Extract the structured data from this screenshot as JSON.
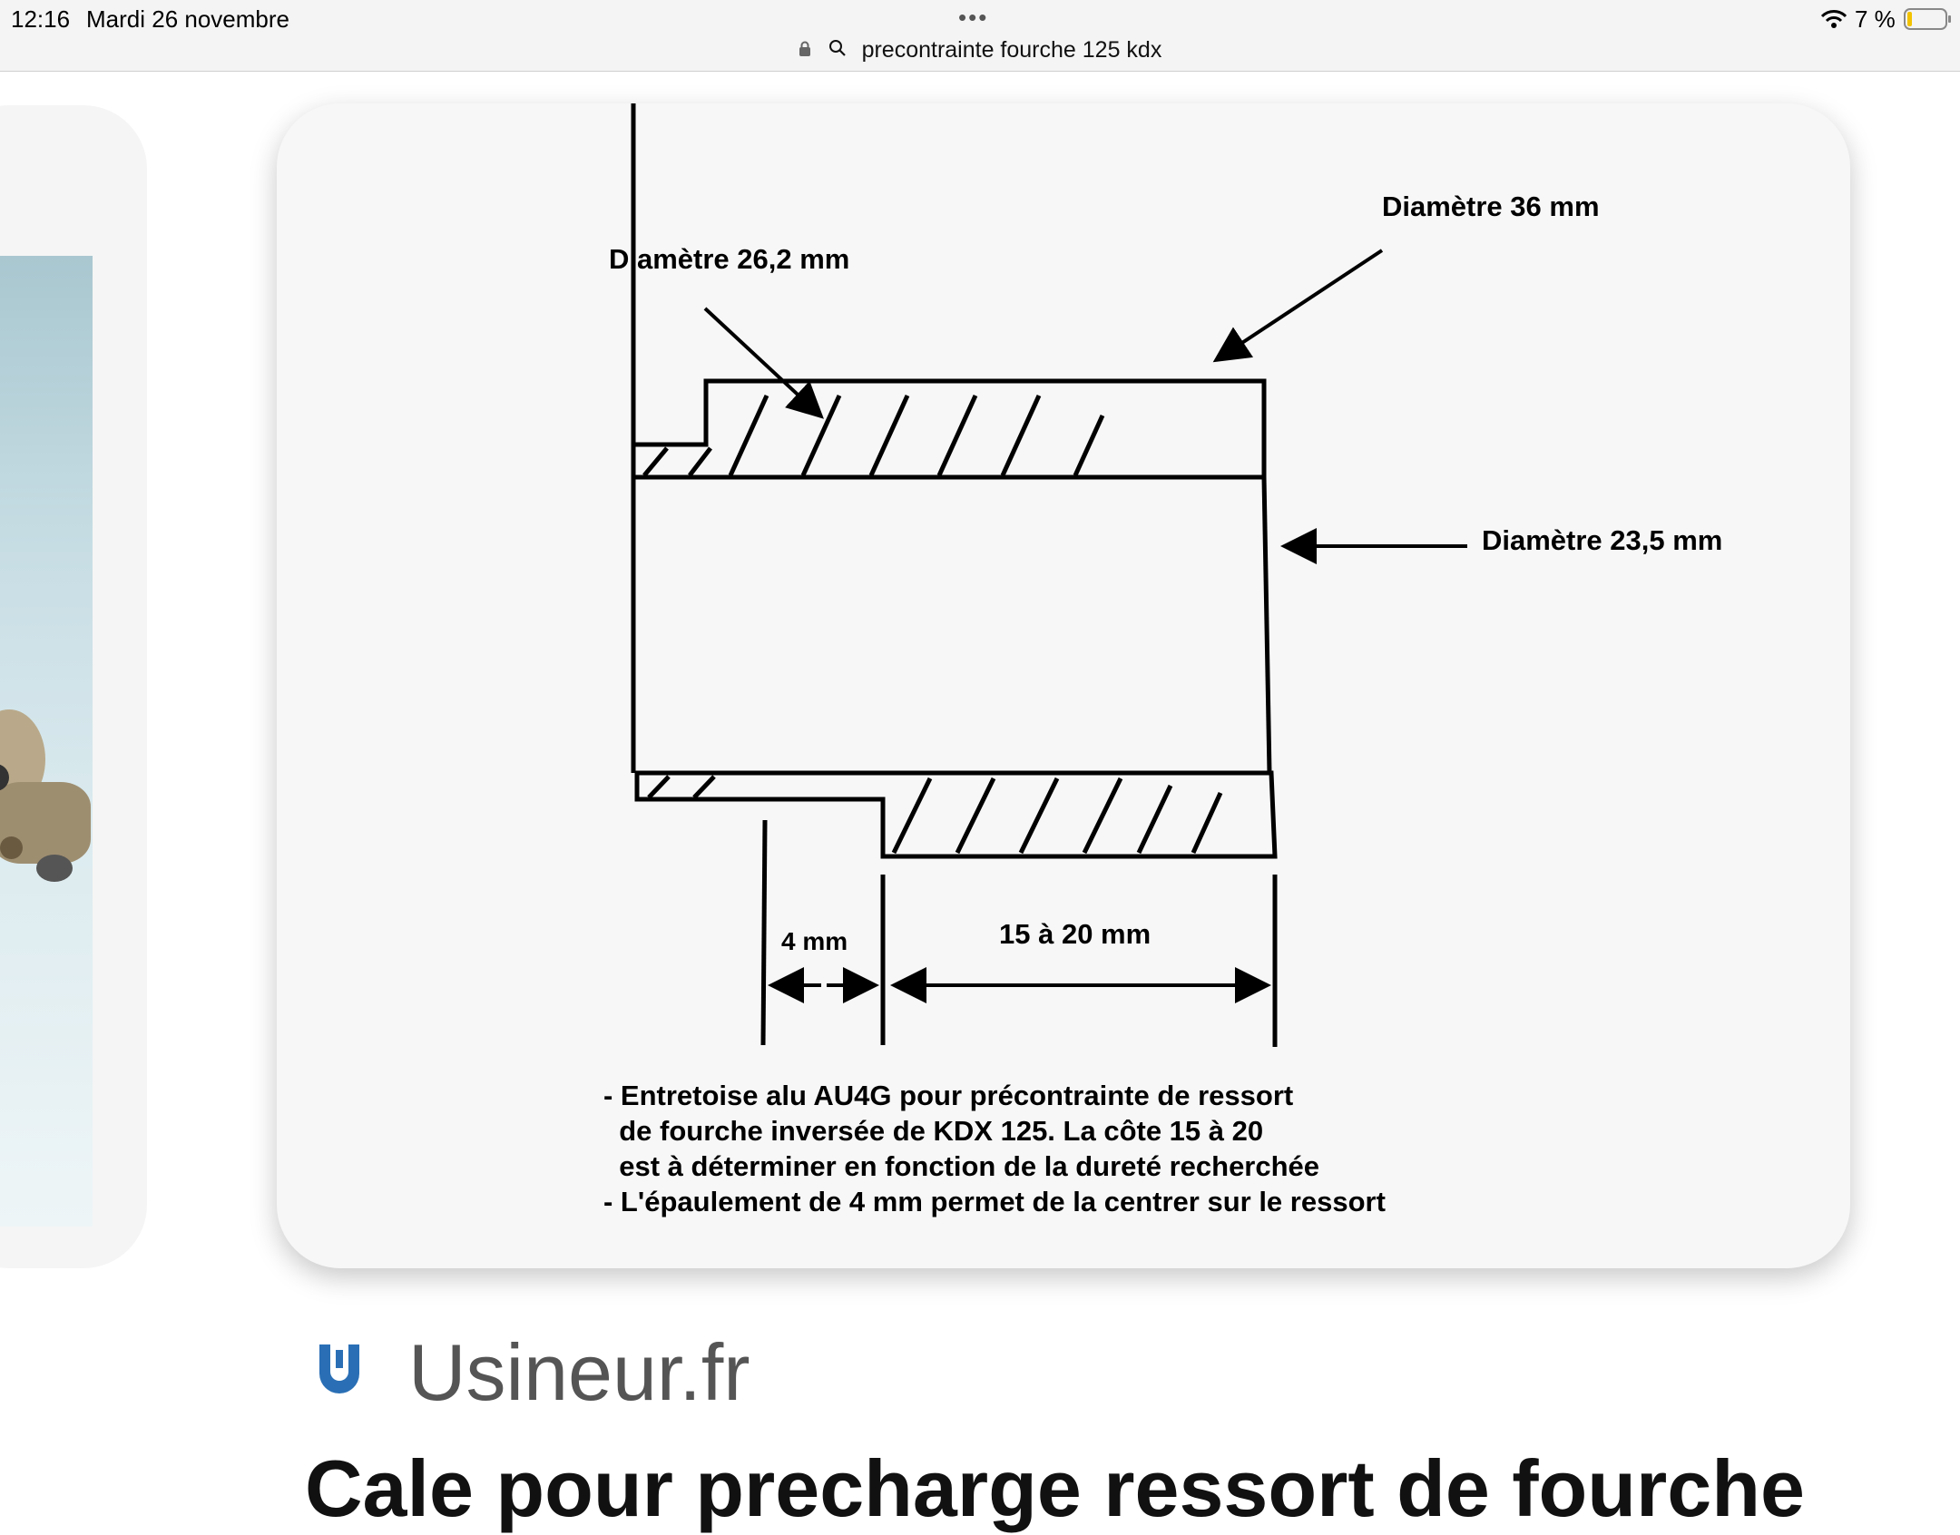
{
  "status_bar": {
    "time": "12:16",
    "date": "Mardi 26 novembre",
    "dots": "•••",
    "url": "precontrainte fourche 125 kdx",
    "battery": "7 %"
  },
  "diagram": {
    "label_top_right": "Diamètre 36 mm",
    "label_top_left": "Diamètre 26,2 mm",
    "label_right": "Diamètre 23,5 mm",
    "dim_small": "4 mm",
    "dim_large": "15 à 20 mm",
    "note_lines": [
      "- Entretoise alu AU4G pour précontrainte de ressort",
      "  de fourche inversée de KDX 125. La côte 15 à 20",
      "  est à déterminer en fonction de la dureté recherchée",
      "- L'épaulement de 4 mm permet de la centrer sur le ressort"
    ]
  },
  "source": {
    "name": "Usineur.fr",
    "title_partial": "Cale pour precharge ressort de fourche"
  },
  "colors": {
    "status_bg": "#f4f4f4",
    "card_bg": "#f7f7f7",
    "source_text": "#555555",
    "logo_blue": "#2a6fb5"
  }
}
